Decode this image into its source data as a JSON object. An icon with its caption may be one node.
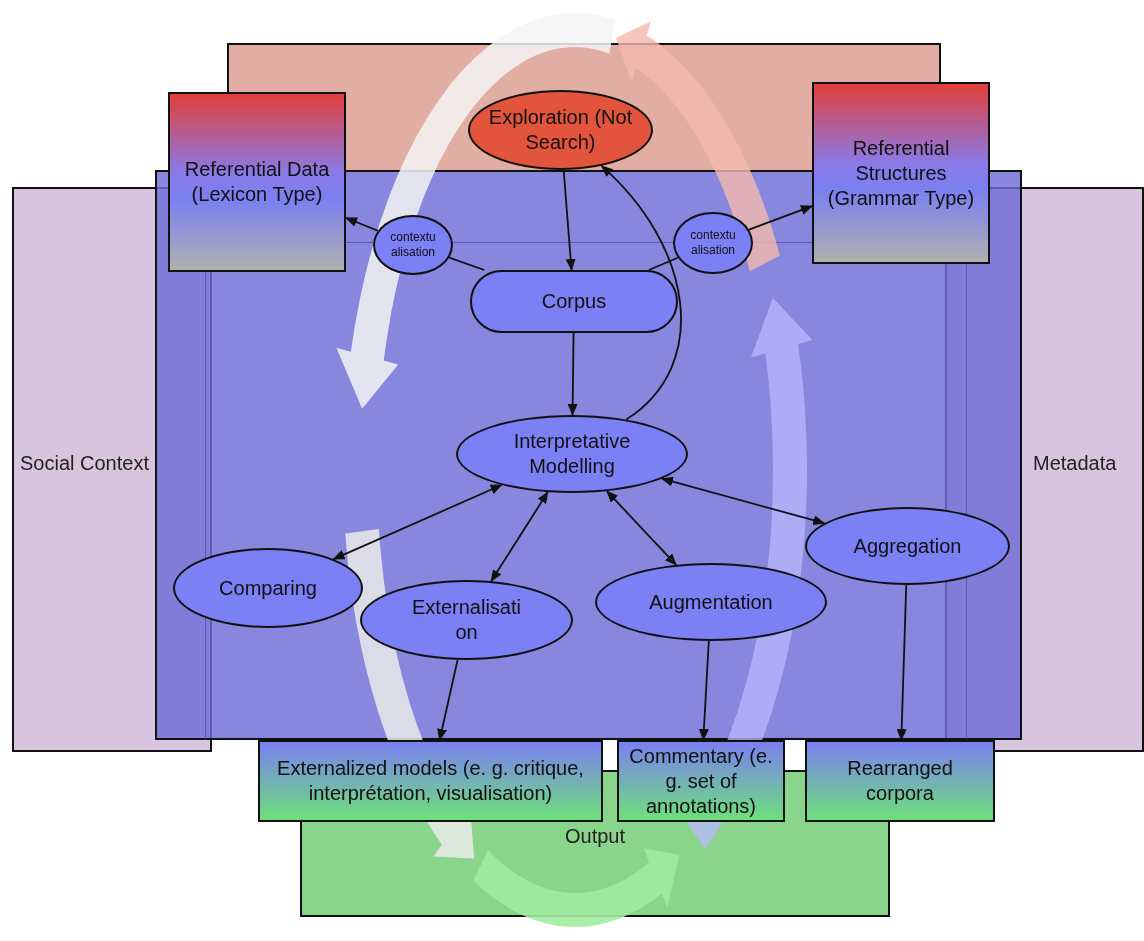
{
  "diagram": {
    "nodes": [
      {
        "text": [
          "Referential Data (Lexicon Type)"
        ]
      },
      {
        "text": [
          "Exploration (Not Search)"
        ]
      },
      {
        "text": [
          "Referential Structures (Grammar Type)"
        ]
      },
      {
        "text": [
          "Social Context"
        ]
      },
      {
        "text": [
          "Metadata"
        ]
      },
      {
        "text": [
          "contextu alisation"
        ]
      },
      {
        "text": [
          "contextu alisation"
        ]
      },
      {
        "text": [
          "Corpus"
        ]
      },
      {
        "text": [
          "Interpretative Modelling"
        ]
      },
      {
        "text": [
          "Comparing"
        ]
      },
      {
        "text": [
          "Externalisati on"
        ]
      },
      {
        "text": [
          "Augmentation"
        ]
      },
      {
        "text": [
          "Aggregation"
        ]
      },
      {
        "text": [
          "Output"
        ]
      },
      {
        "text": [
          "Externalized models (e. g. critique, interprétation, visualisation)"
        ]
      },
      {
        "text": [
          "Commentary (e. g. set of annotations)"
        ]
      },
      {
        "text": [
          "Rearranged corpora"
        ]
      }
    ],
    "edges": [
      {
        "from": 1,
        "to": 7,
        "arrow": "to"
      },
      {
        "from": 8,
        "to": 1,
        "arrow": "to"
      },
      {
        "from": 5,
        "to": 0,
        "arrow": "to"
      },
      {
        "from": 5,
        "to": 7,
        "arrow": "none"
      },
      {
        "from": 6,
        "to": 7,
        "arrow": "none"
      },
      {
        "from": 6,
        "to": 2,
        "arrow": "to"
      },
      {
        "from": 7,
        "to": 8,
        "arrow": "to"
      },
      {
        "from": 8,
        "to": 9,
        "arrow": "both"
      },
      {
        "from": 8,
        "to": 10,
        "arrow": "both"
      },
      {
        "from": 8,
        "to": 11,
        "arrow": "both"
      },
      {
        "from": 8,
        "to": 12,
        "arrow": "both"
      },
      {
        "from": 10,
        "to": 14,
        "arrow": "to"
      },
      {
        "from": 11,
        "to": 15,
        "arrow": "to"
      },
      {
        "from": 12,
        "to": 16,
        "arrow": "to"
      }
    ]
  }
}
